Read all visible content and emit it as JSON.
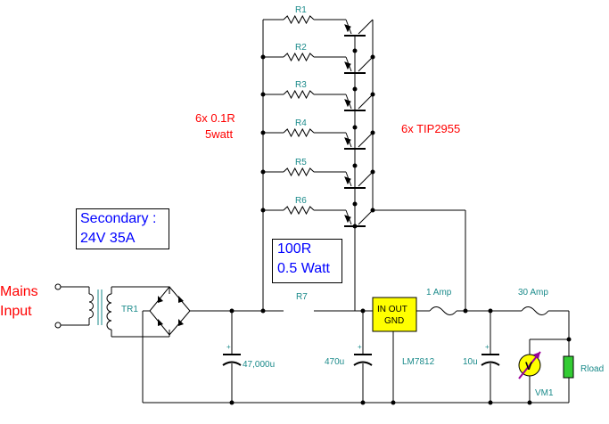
{
  "diagram": {
    "mains_label_line1": "Mains",
    "mains_label_line2": "Input",
    "secondary_line1": "Secondary :",
    "secondary_line2": "24V  35A",
    "transformer_label": "TR1",
    "resistor_array_line1": "6x 0.1R",
    "resistor_array_line2": "5watt",
    "transistor_array_label": "6x TIP2955",
    "r7_note_line1": "100R",
    "r7_note_line2": "0.5 Watt",
    "resistor_labels": [
      "R1",
      "R2",
      "R3",
      "R4",
      "R5",
      "R6"
    ],
    "r7_label": "R7",
    "regulator_line1": "IN  OUT",
    "regulator_line2": "GND",
    "regulator_name": "LM7812",
    "cap1_label": "47,000u",
    "cap2_label": "470u",
    "cap3_label": "10u",
    "fuse1_label": "1 Amp",
    "fuse2_label": "30 Amp",
    "voltmeter_symbol": "V",
    "voltmeter_label": "VM1",
    "load_label": "Rload",
    "colors": {
      "wire": "#000000",
      "teal": "#1a8a8a",
      "red": "#ff0000",
      "blue": "#0000ff",
      "regulator_fill": "#ffff00",
      "load_fill": "#33cc33",
      "meter_fill": "#ffff00",
      "meter_accent": "#990099"
    }
  }
}
